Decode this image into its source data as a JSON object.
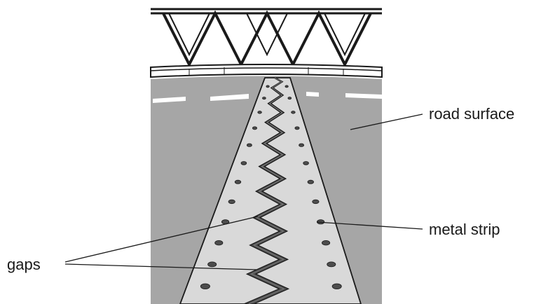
{
  "labels": {
    "road_surface": "road surface",
    "metal_strip": "metal strip",
    "gaps": "gaps"
  },
  "colors": {
    "road": "#a6a6a6",
    "metal": "#d9d9d9",
    "gap": "#4d4d4d",
    "line": "#1a1a1a",
    "marking": "#ffffff",
    "background": "#ffffff"
  }
}
